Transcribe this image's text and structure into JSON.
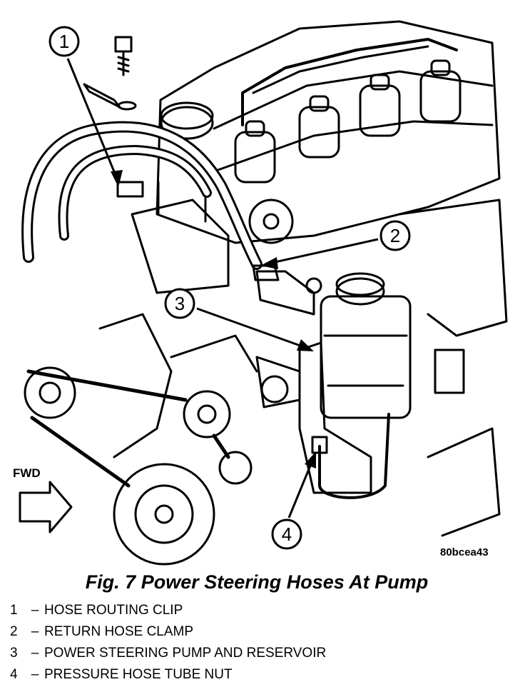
{
  "callouts": [
    "1",
    "2",
    "3",
    "4"
  ],
  "direction_label": "FWD",
  "image_code": "80bcea43",
  "caption": "Fig. 7 Power Steering Hoses At Pump",
  "separator": "–",
  "legend": [
    {
      "number": "1",
      "text": "HOSE ROUTING CLIP"
    },
    {
      "number": "2",
      "text": "RETURN HOSE CLAMP"
    },
    {
      "number": "3",
      "text": "POWER STEERING PUMP AND RESERVOIR"
    },
    {
      "number": "4",
      "text": "PRESSURE HOSE TUBE NUT"
    }
  ]
}
